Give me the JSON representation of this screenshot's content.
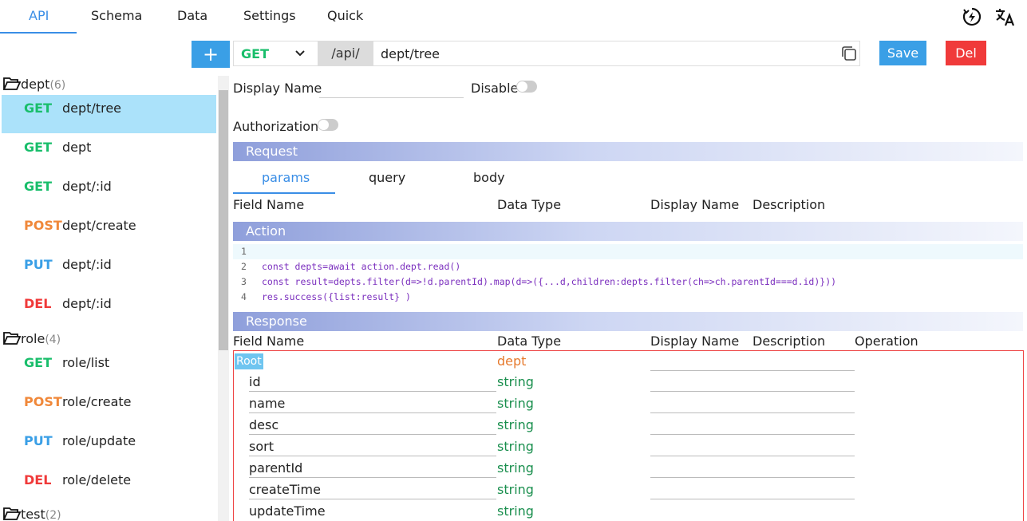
{
  "nav": {
    "tabs": [
      "API",
      "Schema",
      "Data",
      "Settings",
      "Quick"
    ],
    "active_tab": "API",
    "right_icons": [
      "flash-icon",
      "translate-icon"
    ]
  },
  "toolbar": {
    "add_label": "+",
    "method": "GET",
    "prefix": "/api/",
    "path": "dept/tree",
    "save_label": "Save",
    "delete_label": "Del"
  },
  "sidebar": {
    "groups": [
      {
        "name": "dept",
        "count": "(6)",
        "items": [
          {
            "method": "GET",
            "path": "dept/tree",
            "active": true
          },
          {
            "method": "GET",
            "path": "dept"
          },
          {
            "method": "GET",
            "path": "dept/:id"
          },
          {
            "method": "POST",
            "path": "dept/create"
          },
          {
            "method": "PUT",
            "path": "dept/:id"
          },
          {
            "method": "DEL",
            "path": "dept/:id"
          }
        ]
      },
      {
        "name": "role",
        "count": "(4)",
        "items": [
          {
            "method": "GET",
            "path": "role/list"
          },
          {
            "method": "POST",
            "path": "role/create"
          },
          {
            "method": "PUT",
            "path": "role/update"
          },
          {
            "method": "DEL",
            "path": "role/delete"
          }
        ]
      },
      {
        "name": "test",
        "count": "(2)",
        "items": []
      }
    ]
  },
  "form": {
    "display_name_label": "Display Name",
    "disable_label": "Disable",
    "authorization_label": "Authorization"
  },
  "request": {
    "title": "Request",
    "tabs": [
      "params",
      "query",
      "body"
    ],
    "active_tab": "params",
    "columns": [
      "Field Name",
      "Data Type",
      "Display Name",
      "Description"
    ]
  },
  "action": {
    "title": "Action",
    "lines": [
      {
        "no": "1",
        "code": ""
      },
      {
        "no": "2",
        "code": "const depts=await action.dept.read()"
      },
      {
        "no": "3",
        "code": "const result=depts.filter(d=>!d.parentId).map(d=>({...d,children:depts.filter(ch=>ch.parentId===d.id)}))"
      },
      {
        "no": "4",
        "code": "res.success({list:result} )"
      }
    ]
  },
  "response": {
    "title": "Response",
    "columns": [
      "Field Name",
      "Data Type",
      "Display Name",
      "Description",
      "Operation"
    ],
    "root": {
      "name": "Root",
      "type": "dept"
    },
    "fields": [
      {
        "name": "id",
        "type": "string"
      },
      {
        "name": "name",
        "type": "string"
      },
      {
        "name": "desc",
        "type": "string"
      },
      {
        "name": "sort",
        "type": "string"
      },
      {
        "name": "parentId",
        "type": "string"
      },
      {
        "name": "createTime",
        "type": "string"
      },
      {
        "name": "updateTime",
        "type": "string"
      }
    ]
  },
  "colors": {
    "accent": "#3a8ee6",
    "get": "#19be6b",
    "post": "#f0883a",
    "put": "#3a9fe6",
    "del": "#f03a3a"
  }
}
